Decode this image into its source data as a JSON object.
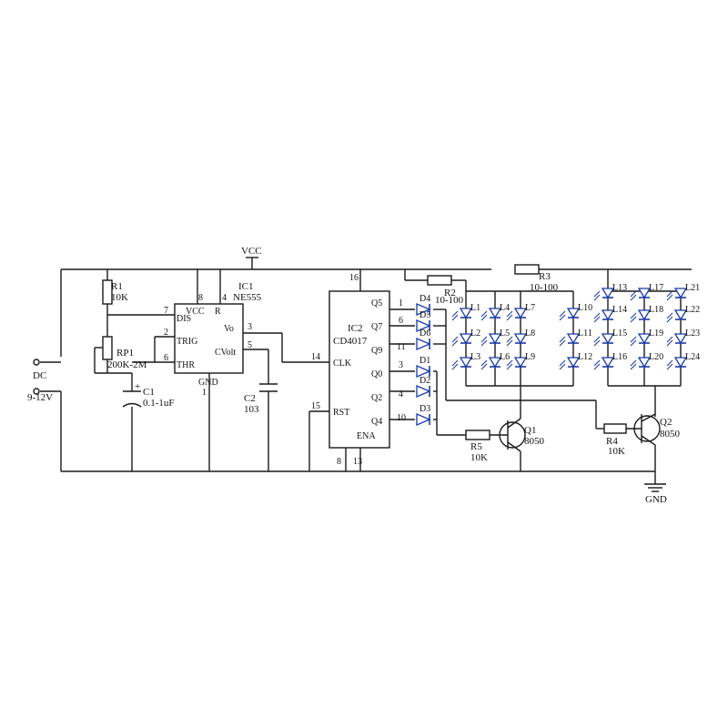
{
  "power": {
    "dc_label": "DC",
    "voltage": "9-12V",
    "vcc_label": "VCC",
    "gnd_label": "GND"
  },
  "resistors": [
    {
      "name": "R1",
      "value": "10K"
    },
    {
      "name": "RP1",
      "value": "200K-2M"
    },
    {
      "name": "R2",
      "value": "10-100"
    },
    {
      "name": "R3",
      "value": "10-100"
    },
    {
      "name": "R4",
      "value": "10K"
    },
    {
      "name": "R5",
      "value": "10K"
    }
  ],
  "capacitors": [
    {
      "name": "C1",
      "value": "0.1-1uF",
      "polarity": "+"
    },
    {
      "name": "C2",
      "value": "103"
    }
  ],
  "ic1": {
    "name": "IC1",
    "part": "NE555",
    "pins": {
      "vcc": "VCC",
      "r": "R",
      "dis": "DIS",
      "trig": "TRIG",
      "thr": "THR",
      "vo": "Vo",
      "cvolt": "CVolt",
      "gnd": "GND"
    },
    "pin_numbers": {
      "vcc": "8",
      "r": "4",
      "dis": "7",
      "trig": "2",
      "thr": "6",
      "vo": "3",
      "cvolt": "5",
      "gnd": "1"
    }
  },
  "ic2": {
    "name": "IC2",
    "part": "CD4017",
    "pins": {
      "clk": "CLK",
      "rst": "RST",
      "ena": "ENA",
      "q5": "Q5",
      "q7": "Q7",
      "q9": "Q9",
      "q0": "Q0",
      "q2": "Q2",
      "q4": "Q4"
    },
    "pin_numbers": {
      "vdd": "16",
      "clk": "14",
      "rst": "15",
      "vss": "8",
      "ena": "13",
      "q5": "1",
      "q7": "6",
      "q9": "11",
      "q0": "3",
      "q2": "4",
      "q4": "10"
    }
  },
  "diodes": [
    "D4",
    "D5",
    "D6",
    "D1",
    "D2",
    "D3"
  ],
  "transistors": [
    {
      "name": "Q1",
      "part": "8050"
    },
    {
      "name": "Q2",
      "part": "8050"
    }
  ],
  "leds": [
    "L1",
    "L2",
    "L3",
    "L4",
    "L5",
    "L6",
    "L7",
    "L8",
    "L9",
    "L10",
    "L11",
    "L12",
    "L13",
    "L14",
    "L15",
    "L16",
    "L17",
    "L18",
    "L19",
    "L20",
    "L21",
    "L22",
    "L23",
    "L24"
  ],
  "colors": {
    "wire": "#1a1a1a",
    "led": "#1a3aa8"
  }
}
